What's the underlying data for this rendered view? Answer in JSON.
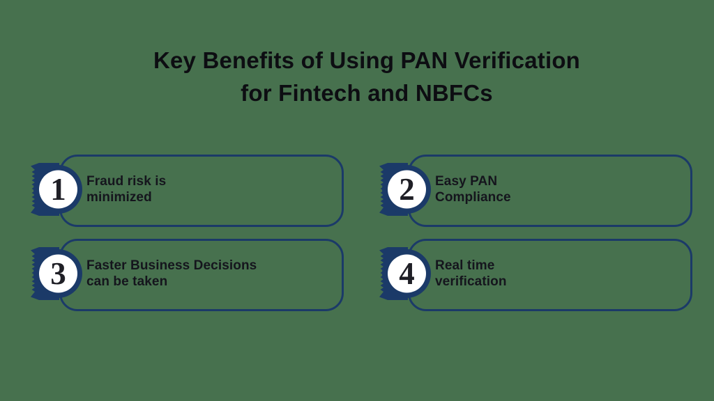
{
  "colors": {
    "green-bg": "#47714E",
    "navy": "#1B3A68",
    "title-ink": "#0D0D12",
    "text-ink": "#15151D",
    "digit-ink": "#1F1F26",
    "circle-white": "#FFFFFF"
  },
  "title": {
    "line1": "Key Benefits of Using PAN Verification",
    "line2": "for Fintech and NBFCs"
  },
  "benefits": [
    {
      "number": "1",
      "text": "Fraud risk is\nminimized"
    },
    {
      "number": "2",
      "text": "Easy PAN\nCompliance"
    },
    {
      "number": "3",
      "text": "Faster Business Decisions\ncan be taken"
    },
    {
      "number": "4",
      "text": "Real time\nverification"
    }
  ]
}
